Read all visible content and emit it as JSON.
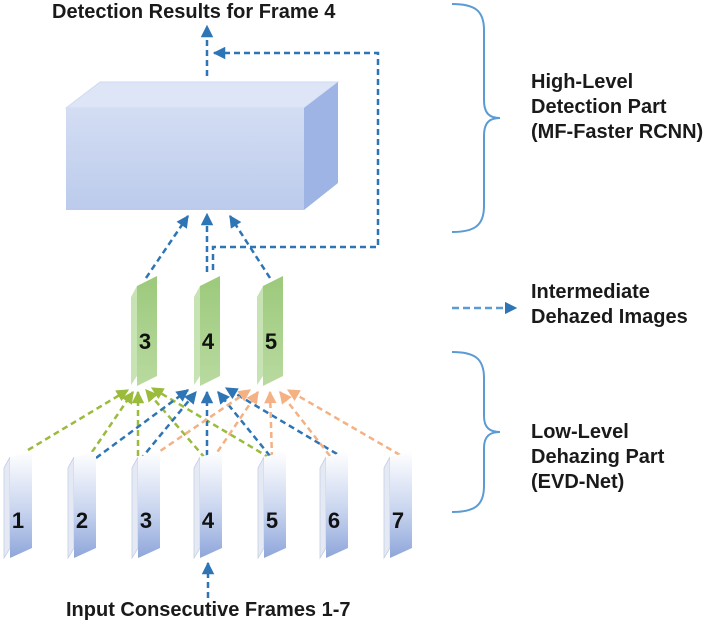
{
  "title": "Detection Results for Frame 4",
  "input_label": "Input Consecutive Frames 1-7",
  "annotations": {
    "high_level": [
      "High-Level",
      "Detection Part",
      "(MF-Faster RCNN)"
    ],
    "legend": [
      "Intermediate",
      "Dehazed Images"
    ],
    "low_level": [
      "Low-Level",
      "Dehazing Part",
      "(EVD-Net)"
    ]
  },
  "input_frames": [
    "1",
    "2",
    "3",
    "4",
    "5",
    "6",
    "7"
  ],
  "dehazed_frames": [
    "3",
    "4",
    "5"
  ],
  "colors": {
    "blue_arrow": "#2E75B6",
    "green_arrow": "#9BBB3C",
    "orange_arrow": "#F4B183",
    "brace": "#5B9BD5",
    "box_front": "#C6D3F0",
    "box_side": "#9DB4E4",
    "box_top": "#DDE5F6",
    "dehazed_face": "#A9D18E",
    "dehazed_side": "#C7E2B3"
  }
}
